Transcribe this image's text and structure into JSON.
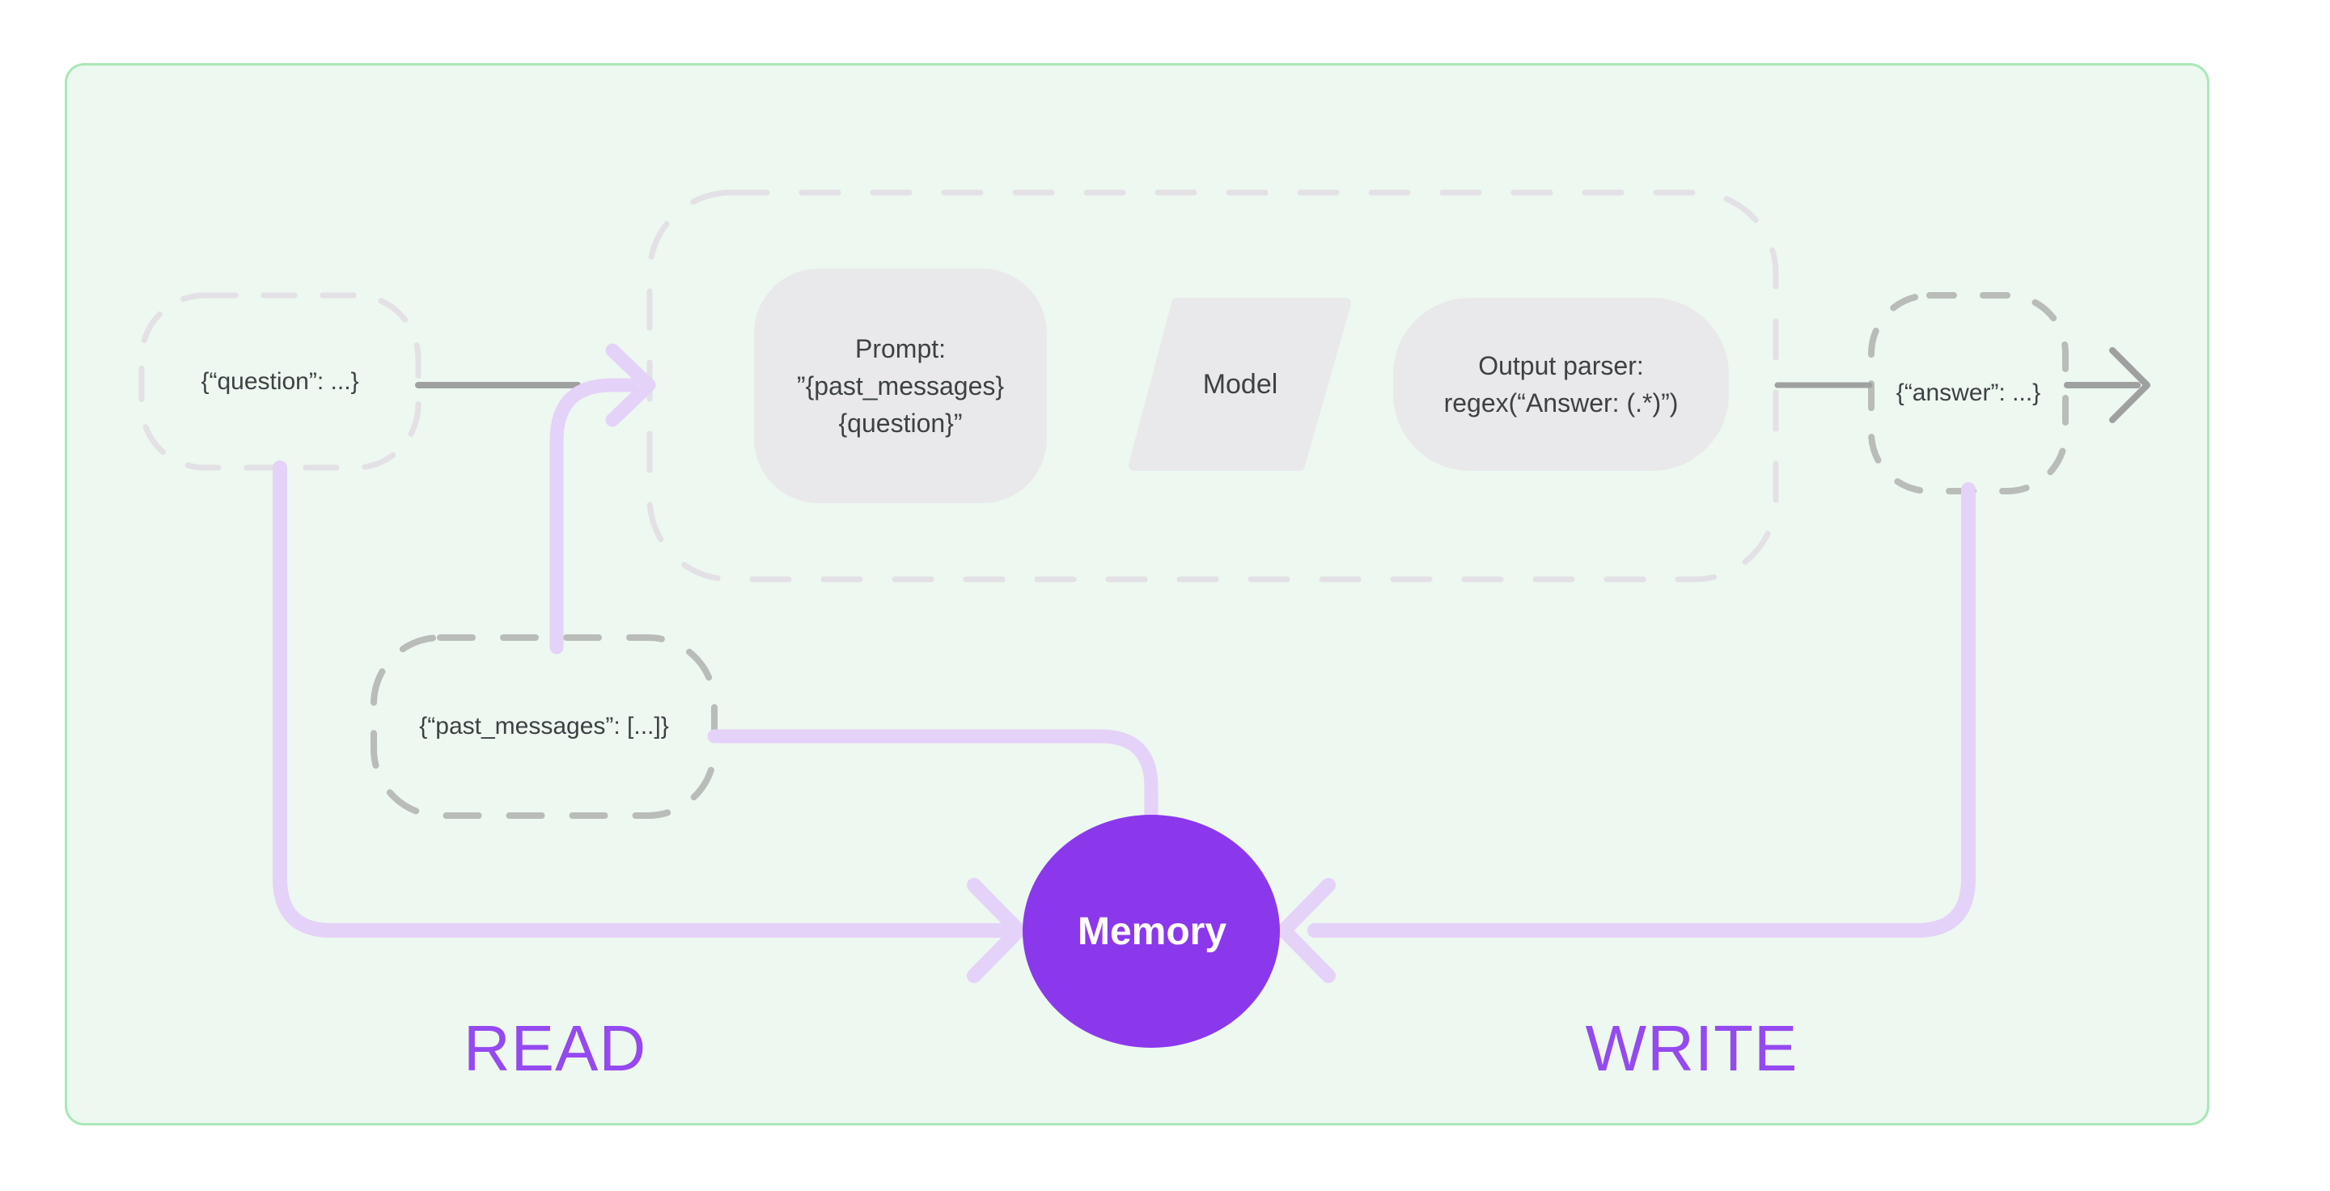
{
  "diagram": {
    "question": {
      "label": "{“question”: ...}"
    },
    "chain": {
      "prompt": {
        "line1": "Prompt:",
        "line2": "”{past_messages}",
        "line3": "{question}”"
      },
      "model": {
        "label": "Model"
      },
      "output_parser": {
        "line1": "Output parser:",
        "line2": "regex(“Answer: (.*)”)"
      }
    },
    "past_messages": {
      "label": "{“past_messages”: [...]}"
    },
    "answer": {
      "label": "{“answer”: ...}"
    },
    "memory": {
      "label": "Memory"
    },
    "read_label": "READ",
    "write_label": "WRITE"
  },
  "colors": {
    "panel_bg": "#edf8f0",
    "panel_border": "#a9e8b8",
    "node_fill": "#e9e9eb",
    "dash_light": "#e3e0e6",
    "dash_gray": "#b9bcb9",
    "arrow_gray": "#9fa0a0",
    "arrow_purple": "#e5d2f8",
    "memory_fill": "#8b38ed",
    "label_purple": "#9549f0",
    "text_dark": "#3d4144"
  }
}
